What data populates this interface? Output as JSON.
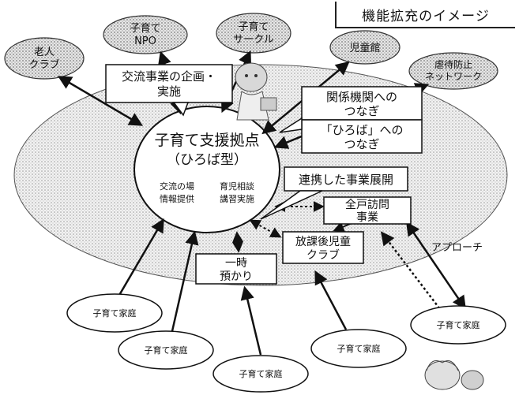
{
  "title": "機能拡充のイメージ",
  "hub": {
    "line1": "子育て支援拠点",
    "line2": "（ひろば型）",
    "f1": "交流の場",
    "f2": "育児相談",
    "f3": "情報提供",
    "f4": "講習実施"
  },
  "external": {
    "elderly": [
      "老人",
      "クラブ"
    ],
    "npo": [
      "子育て",
      "NPO"
    ],
    "circle": [
      "子育て",
      "サークル"
    ],
    "kids_hall": "児童館",
    "abuse": [
      "虐待防止",
      "ネットワーク"
    ]
  },
  "boxes": {
    "exchange": [
      "交流事業の企画・",
      "実施"
    ],
    "relations": [
      "関係機関への",
      "つなぎ"
    ],
    "hiroba": [
      "「ひろば」への",
      "つなぎ"
    ],
    "collab": "連携した事業展開",
    "visit": [
      "全戸訪問",
      "事業"
    ],
    "afterschool": [
      "放課後児童",
      "クラブ"
    ],
    "temporary": [
      "一時",
      "預かり"
    ]
  },
  "approach_label": "アプローチ",
  "family_label": "子育て家庭"
}
